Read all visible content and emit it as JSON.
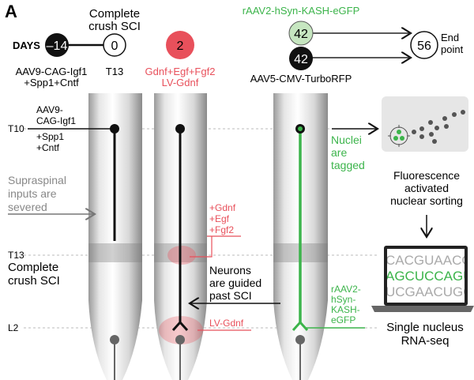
{
  "panel_label": "A",
  "timeline": {
    "days_label": "DAYS",
    "events": [
      {
        "day": "–14",
        "labels": [
          "AAV9-CAG-Igf1",
          "+Spp1+Cntf"
        ]
      },
      {
        "day": "0",
        "top_labels": [
          "Complete",
          "crush SCI"
        ],
        "labels": [
          "T13"
        ]
      },
      {
        "day": "2",
        "labels": [
          "Gdnf+Egf+Fgf2",
          "LV-Gdnf"
        ]
      },
      {
        "day": "42",
        "top_labels": [
          "rAAV2-hSyn-KASH-eGFP"
        ]
      },
      {
        "day": "42",
        "labels": [
          "AAV5-CMV-TurboRFP"
        ]
      },
      {
        "day": "56",
        "side_labels": [
          "End",
          "point"
        ]
      }
    ]
  },
  "levels": {
    "t10": "T10",
    "t13": "T13",
    "l2": "L2"
  },
  "annotations": {
    "injection": [
      "AAV9-",
      "CAG-Igf1",
      "+Spp1",
      "+Cntf"
    ],
    "supraspinal": [
      "Supraspinal",
      "inputs are",
      "severed"
    ],
    "crush": [
      "Complete",
      "crush SCI"
    ],
    "growth_factors": [
      "+Gdnf",
      "+Egf",
      "+Fgf2"
    ],
    "guided": [
      "Neurons",
      "are guided",
      "past SCI"
    ],
    "lv_gdnf": "LV-Gdnf",
    "nuclei": [
      "Nuclei",
      "are",
      "tagged"
    ],
    "kash": [
      "rAAV2-",
      "hSyn-",
      "KASH-",
      "eGFP"
    ],
    "facs": [
      "Fluorescence",
      "activated",
      "nuclear sorting"
    ],
    "snrna": [
      "Single nucleus",
      "RNA-seq"
    ],
    "sequences": [
      "CACGUAACGU",
      "AGCUCCAGUU",
      "UCGAACUGGA"
    ]
  },
  "colors": {
    "red": "#e8505b",
    "green": "#3cb44b",
    "light_green": "#c6e6c0",
    "gray": "#888888"
  }
}
